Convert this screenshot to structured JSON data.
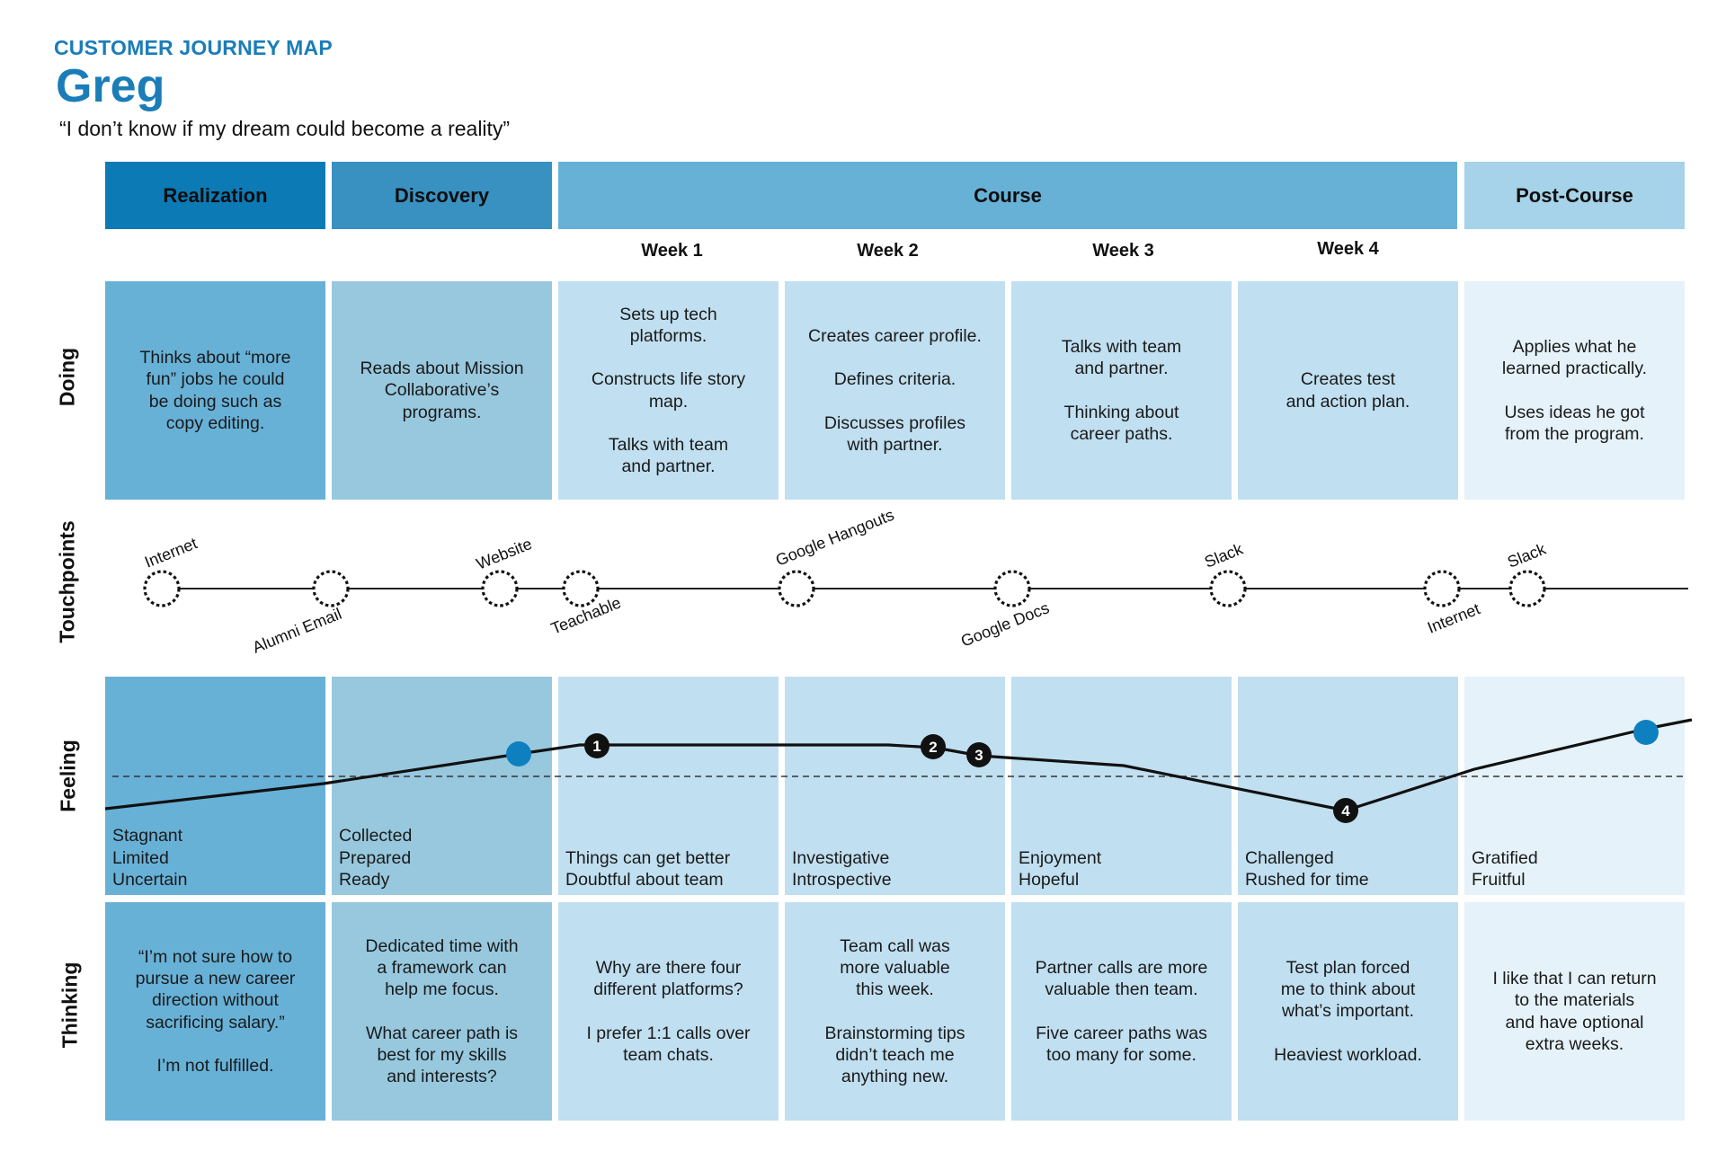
{
  "header": {
    "kicker": "CUSTOMER JOURNEY MAP",
    "persona": "Greg",
    "quote": "“I don’t know if my dream could become a reality”"
  },
  "phases": [
    {
      "label": "Realization",
      "color": "#0b7ab5"
    },
    {
      "label": "Discovery",
      "color": "#3891c1"
    },
    {
      "label": "Course",
      "color": "#67b1d7"
    },
    {
      "label": "Post-Course",
      "color": "#a6d3e9"
    }
  ],
  "weeks": [
    "Week 1",
    "Week 2",
    "Week 3",
    "Week 4"
  ],
  "row_labels": {
    "doing": "Doing",
    "touchpoints": "Touchpoints",
    "feeling": "Feeling",
    "thinking": "Thinking"
  },
  "doing": [
    "Thinks about “more\nfun” jobs he could\nbe doing such as\ncopy editing.",
    "Reads about Mission\nCollaborative’s\nprograms.",
    "Sets up tech\nplatforms.\n\nConstructs life story\nmap.\n\nTalks with team\nand partner.",
    "Creates career profile.\n\nDefines criteria.\n\nDiscusses profiles\nwith partner.",
    "Talks with team\nand partner.\n\nThinking about\ncareer paths.",
    "Creates test\nand action plan.",
    "Applies what he\nlearned practically.\n\nUses ideas he got\nfrom the program."
  ],
  "touchpoints": [
    {
      "label": "Internet",
      "position": "above"
    },
    {
      "label": "Alumni Email",
      "position": "below"
    },
    {
      "label": "Website",
      "position": "above"
    },
    {
      "label": "Teachable",
      "position": "below"
    },
    {
      "label": "Google Hangouts",
      "position": "above"
    },
    {
      "label": "Google Docs",
      "position": "below"
    },
    {
      "label": "Slack",
      "position": "above"
    },
    {
      "label": "Internet",
      "position": "below"
    },
    {
      "label": "Slack",
      "position": "above"
    }
  ],
  "feeling": [
    "Stagnant\nLimited\nUncertain",
    "Collected\nPrepared\nReady",
    "Things can get better\nDoubtful about team",
    "Investigative\nIntrospective",
    "Enjoyment\nHopeful",
    "Challenged\nRushed for time",
    "Gratified\nFruitful"
  ],
  "feeling_markers": [
    "1",
    "2",
    "3",
    "4"
  ],
  "thinking": [
    "“I’m not sure how to\npursue a new career\ndirection without\nsacrificing salary.”\n\nI’m not fulfilled.",
    "Dedicated time with\na framework can\nhelp me focus.\n\nWhat career path is\nbest for my skills\nand interests?",
    "Why are there four\ndifferent platforms?\n\nI prefer 1:1 calls over\nteam chats.",
    "Team call was\nmore valuable\nthis week.\n\nBrainstorming tips\ndidn’t teach me\nanything new.",
    "Partner calls are more\nvaluable then team.\n\nFive career paths was\ntoo many for some.",
    "Test plan forced\nme to think about\nwhat’s important.\n\nHeaviest workload.",
    "I like that I can return\nto the materials\nand have optional\nextra weeks."
  ]
}
